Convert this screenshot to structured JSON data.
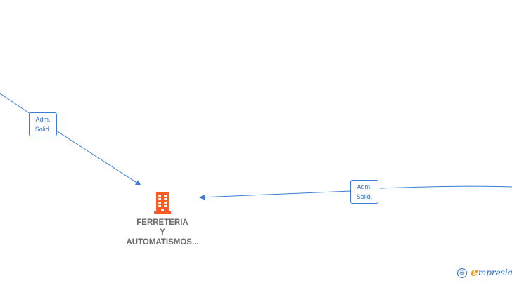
{
  "edges": [
    {
      "label_line1": "Adm.",
      "label_line2": "Solid."
    },
    {
      "label_line1": "Adm.",
      "label_line2": "Solid."
    }
  ],
  "company": {
    "name_lines": [
      "FERRETERIA",
      "Y",
      "AUTOMATISMOS..."
    ],
    "icon": "building-icon",
    "icon_color": "#ff5a1f"
  },
  "colors": {
    "edge": "#3a7bd5",
    "label_text": "#2d6fcc"
  },
  "brand": {
    "copyright": "©",
    "initial": "e",
    "rest": "mpresia"
  }
}
